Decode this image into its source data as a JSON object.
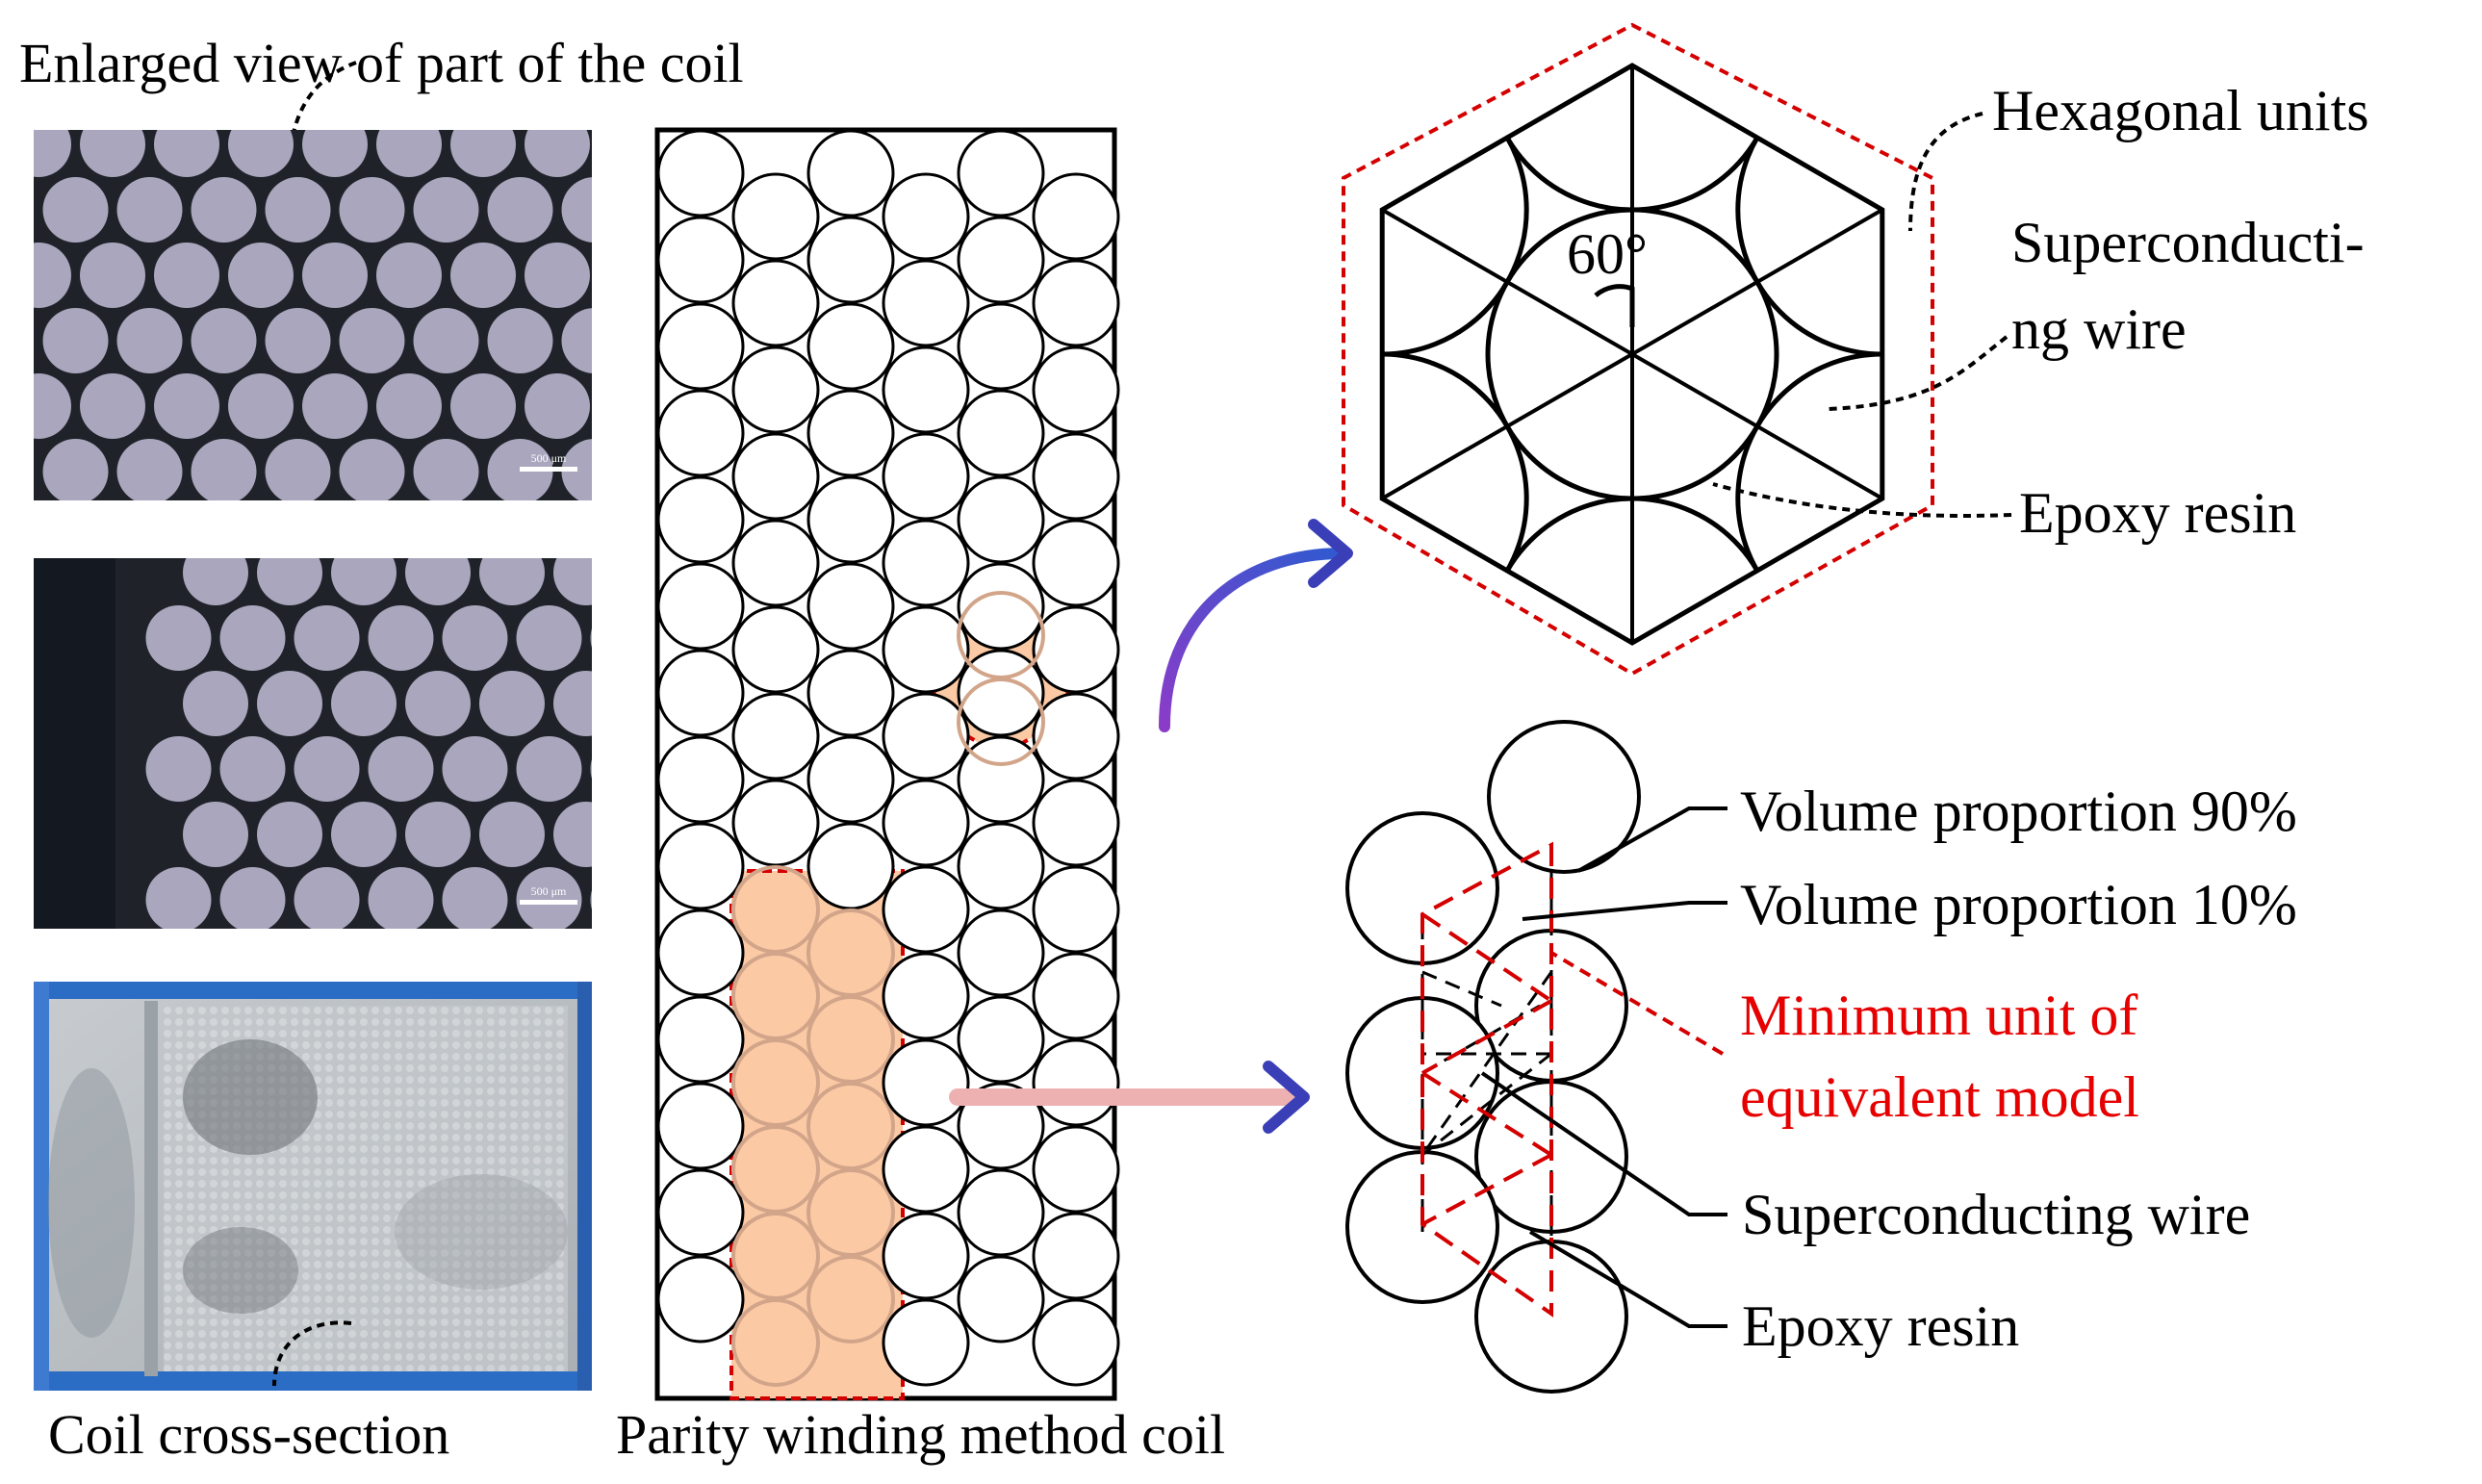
{
  "labels": {
    "enlarged_view": "Enlarged view of part of the coil",
    "coil_cross_section": "Coil cross-section",
    "parity_coil": "Parity winding method coil",
    "hexagonal_units": "Hexagonal units",
    "sc_wire_line1": "Superconducti-",
    "sc_wire_line2": "ng wire",
    "epoxy_top": "Epoxy resin",
    "angle": "60°",
    "volume_90": "Volume proportion 90%",
    "volume_10": "Volume proportion 10%",
    "min_unit_line1": "Minimum unit of",
    "min_unit_line2": "equivalent model",
    "sc_wire_bottom": "Superconducting wire",
    "epoxy_bottom": "Epoxy resin",
    "scale_bar_1": "500 μm",
    "scale_bar_2": "500 μm"
  },
  "colors": {
    "line": "#000000",
    "highlight_fill": "#fbc9a4",
    "highlight_stroke": "#d2a58a",
    "dashed_red": "#d40000",
    "red_text": "#e60000",
    "arrow_blue": "#3a3fb8",
    "arrow_pink": "#eeb1b1",
    "micro_dark": "#1f2329",
    "micro_wire": "#a9a6bd",
    "photo_base": "#b7bcc0"
  }
}
